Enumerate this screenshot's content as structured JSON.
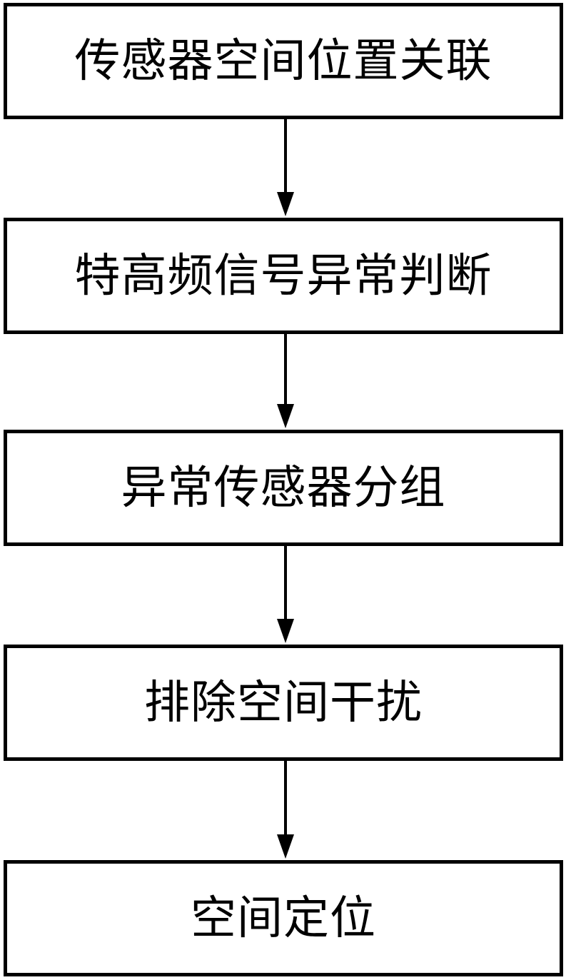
{
  "diagram": {
    "type": "flowchart",
    "direction": "top-to-bottom",
    "steps": [
      {
        "label": "传感器空间位置关联"
      },
      {
        "label": "特高频信号异常判断"
      },
      {
        "label": "异常传感器分组"
      },
      {
        "label": "排除空间干扰"
      },
      {
        "label": "空间定位"
      }
    ],
    "connectors": [
      {
        "from": 0,
        "to": 1
      },
      {
        "from": 1,
        "to": 2
      },
      {
        "from": 2,
        "to": 3
      },
      {
        "from": 3,
        "to": 4
      }
    ],
    "colors": {
      "stroke": "#000000",
      "background": "#ffffff",
      "text": "#000000"
    }
  }
}
